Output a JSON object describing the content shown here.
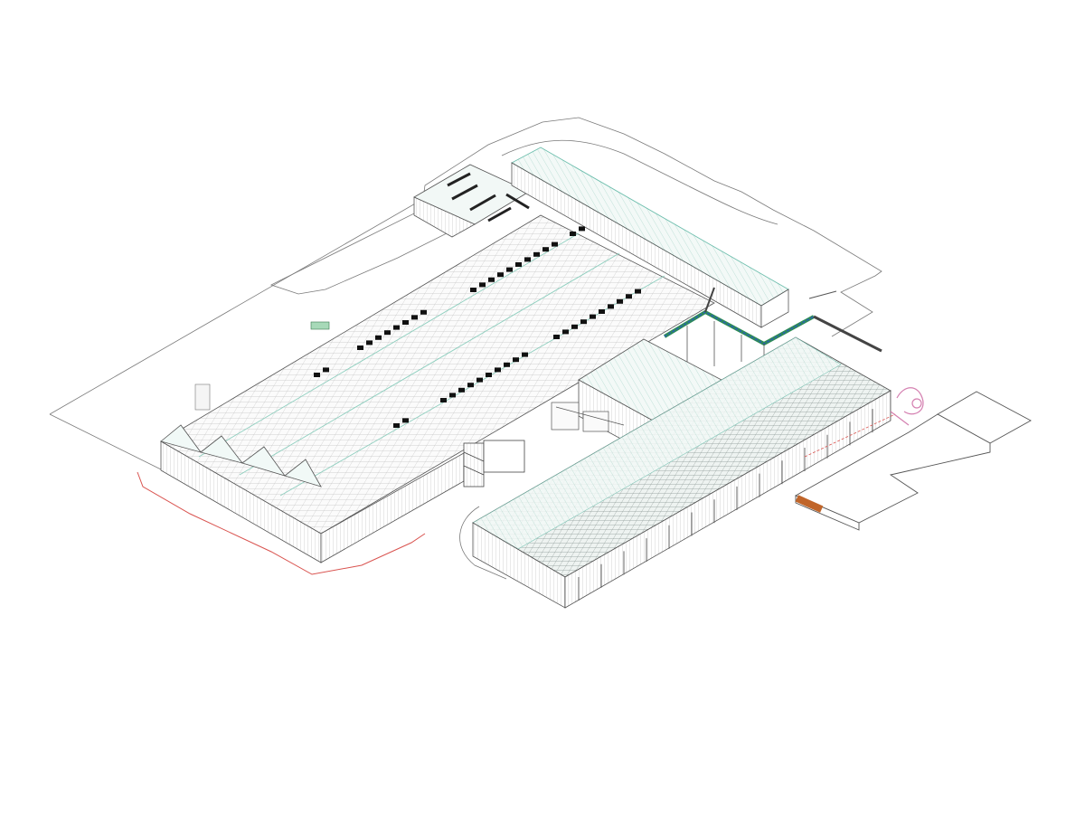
{
  "drawing": {
    "type": "isometric-site-model",
    "background": "#ffffff",
    "colors": {
      "line": "#555555",
      "light_line": "#9a9a9a",
      "roof_fill": "#f4faf8",
      "roof_edge": "#6fbfae",
      "panel": "#b9b9b9",
      "skylight": "#111111",
      "conveyor_green": "#2e8b57",
      "conveyor_blue": "#2a5fb8",
      "boundary_red": "#d9534f",
      "pipe_pink": "#d47fb0",
      "accent_orange": "#c0652a"
    },
    "components": [
      "site-boundary",
      "access-road",
      "north-annex",
      "long-shed",
      "main-factory-hall",
      "conveyor-bridge",
      "central-shed",
      "solar-warehouse",
      "loading-platform",
      "stair-tower",
      "pipework"
    ]
  }
}
